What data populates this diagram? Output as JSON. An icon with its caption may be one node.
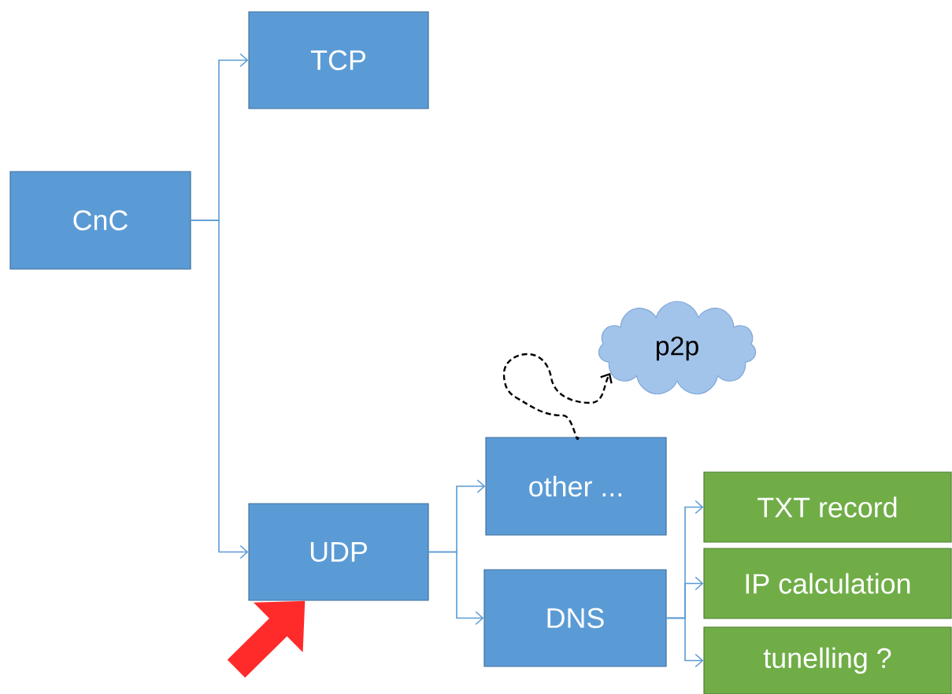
{
  "diagram": {
    "nodes": [
      {
        "text": [
          "CnC"
        ]
      },
      {
        "text": [
          "TCP"
        ]
      },
      {
        "text": [
          "UDP"
        ]
      },
      {
        "text": [
          "other ..."
        ]
      },
      {
        "text": [
          "DNS"
        ]
      },
      {
        "text": [
          "TXT record"
        ]
      },
      {
        "text": [
          "IP calculation"
        ]
      },
      {
        "text": [
          "tunelling ?"
        ]
      },
      {
        "text": [
          "p2p"
        ]
      }
    ],
    "edges": [
      {
        "from": 0,
        "to": 1,
        "arrow": "to"
      },
      {
        "from": 0,
        "to": 2,
        "arrow": "to"
      },
      {
        "from": 2,
        "to": 3,
        "arrow": "to"
      },
      {
        "from": 2,
        "to": 4,
        "arrow": "to"
      },
      {
        "from": 4,
        "to": 5,
        "arrow": "to"
      },
      {
        "from": 4,
        "to": 6,
        "arrow": "to"
      },
      {
        "from": 4,
        "to": 7,
        "arrow": "to"
      },
      {
        "from": 3,
        "to": 8,
        "arrow": "to",
        "style": "dashed",
        "color": "#000000"
      },
      {
        "from": null,
        "to": 2,
        "arrow": "to",
        "style": "thick",
        "color": "#ff2a2a"
      }
    ]
  }
}
